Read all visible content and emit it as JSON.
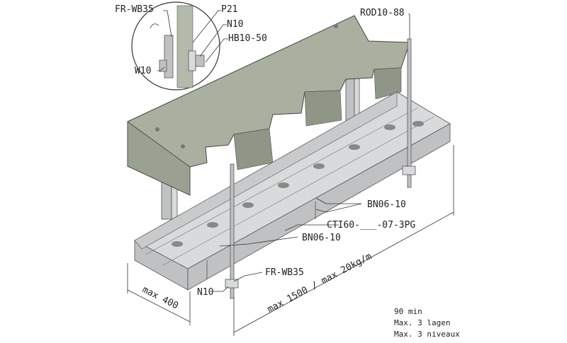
{
  "labels": {
    "fr_wb35_top": "FR-WB35",
    "p21": "P21",
    "n10_top": "N10",
    "hb10_50": "HB10-50",
    "w10": "W10",
    "rod10_88": "ROD10-88",
    "bn06_10_right": "BN06-10",
    "cti60": "CTI60-___-07-3PG",
    "bn06_10_mid": "BN06-10",
    "fr_wb35_bottom": "FR-WB35",
    "n10_bottom": "N10"
  },
  "dimensions": {
    "width": "max 400",
    "span": "max 1500 / max 20kg/m"
  },
  "notes": [
    "90 min",
    "Max. 3 lagen",
    "Max. 3 niveaux"
  ],
  "colors": {
    "concrete": "#a9b0a0",
    "steel": "#d9dadb"
  }
}
